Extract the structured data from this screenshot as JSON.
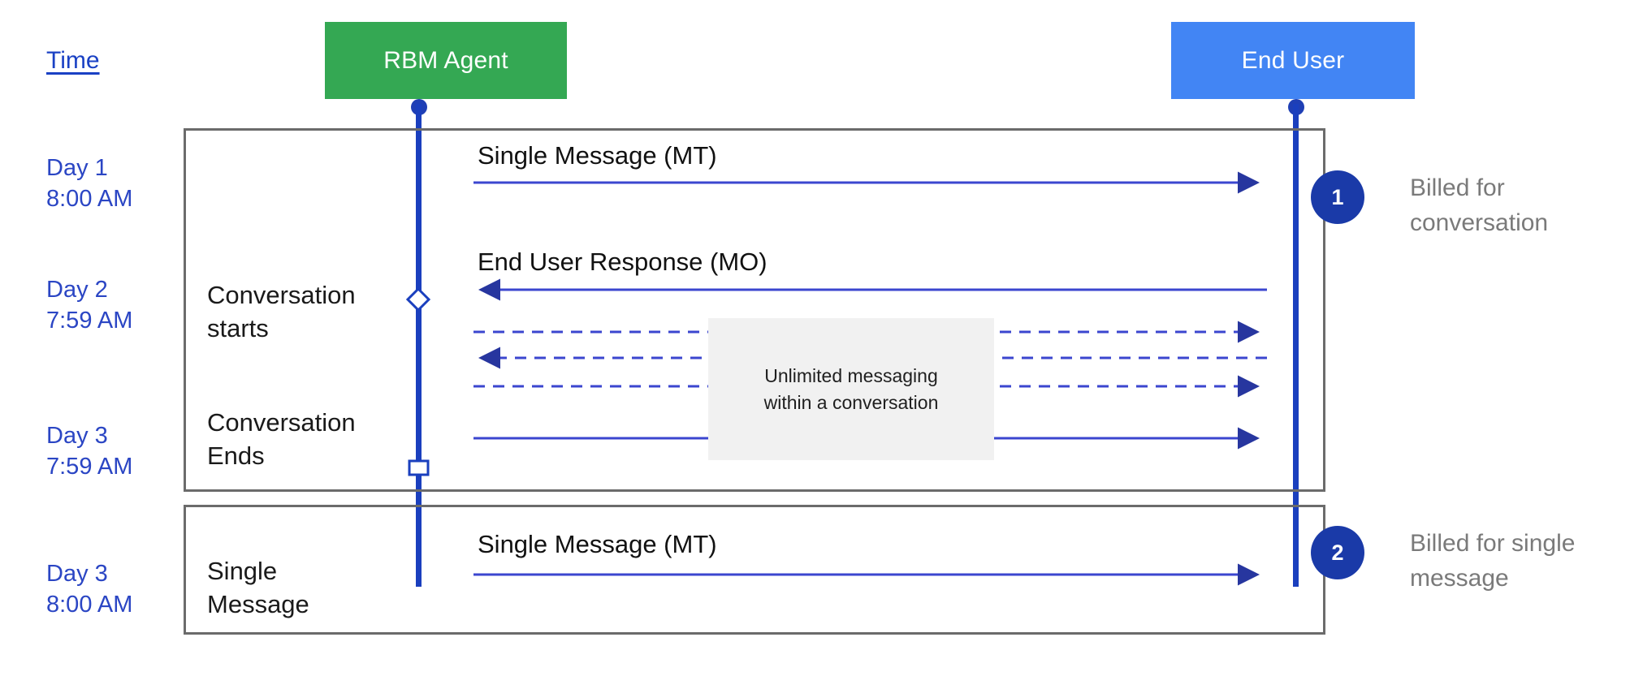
{
  "diagram": {
    "title_hidden": "",
    "time_header": "Time",
    "actors": [
      {
        "id": "rbm-agent",
        "label": "RBM Agent",
        "color": "#34A853"
      },
      {
        "id": "end-user",
        "label": "End User",
        "color": "#4285F4"
      }
    ],
    "colors": {
      "agent_green": "#34A853",
      "user_blue": "#4285F4",
      "lifeline_blue": "#1a3fbe",
      "arrow_blue": "#3b46cf",
      "badge_blue": "#1a3aa8",
      "time_text_blue": "#2b46c4",
      "frame_gray": "#6b6b6b",
      "note_gray_bg": "#f1f1f1",
      "billed_text_gray": "#7a7a7a"
    },
    "time_labels": [
      {
        "day": "Day 1",
        "time": "8:00 AM"
      },
      {
        "day": "Day 2",
        "time": "7:59 AM"
      },
      {
        "day": "Day 3",
        "time": "7:59 AM"
      },
      {
        "day": "Day 3",
        "time": "8:00 AM"
      }
    ],
    "stage_labels": [
      {
        "id": "conversation-starts",
        "text": "Conversation\nstarts"
      },
      {
        "id": "conversation-ends",
        "text": "Conversation\nEnds"
      },
      {
        "id": "single-message",
        "text": "Single\nMessage"
      }
    ],
    "messages": [
      {
        "id": "msg-mt-1",
        "label": "Single Message (MT)",
        "direction": "agent-to-user",
        "style": "solid"
      },
      {
        "id": "msg-mo-1",
        "label": "End User Response (MO)",
        "direction": "user-to-agent",
        "style": "solid"
      },
      {
        "id": "msg-unlimited-1",
        "label": "",
        "direction": "agent-to-user",
        "style": "dashed"
      },
      {
        "id": "msg-unlimited-2",
        "label": "",
        "direction": "user-to-agent",
        "style": "dashed"
      },
      {
        "id": "msg-unlimited-3",
        "label": "",
        "direction": "agent-to-user",
        "style": "dashed"
      },
      {
        "id": "msg-unlimited-4",
        "label": "",
        "direction": "agent-to-user",
        "style": "solid"
      },
      {
        "id": "msg-mt-2",
        "label": "Single Message (MT)",
        "direction": "agent-to-user",
        "style": "solid"
      }
    ],
    "note": {
      "text": "Unlimited messaging\nwithin a conversation"
    },
    "billed_items": [
      {
        "badge": "1",
        "text": "Billed for\nconversation"
      },
      {
        "badge": "2",
        "text": "Billed for single\nmessage"
      }
    ],
    "markers": [
      {
        "id": "conversation-start-diamond",
        "shape": "diamond"
      },
      {
        "id": "conversation-end-square",
        "shape": "square"
      }
    ]
  }
}
